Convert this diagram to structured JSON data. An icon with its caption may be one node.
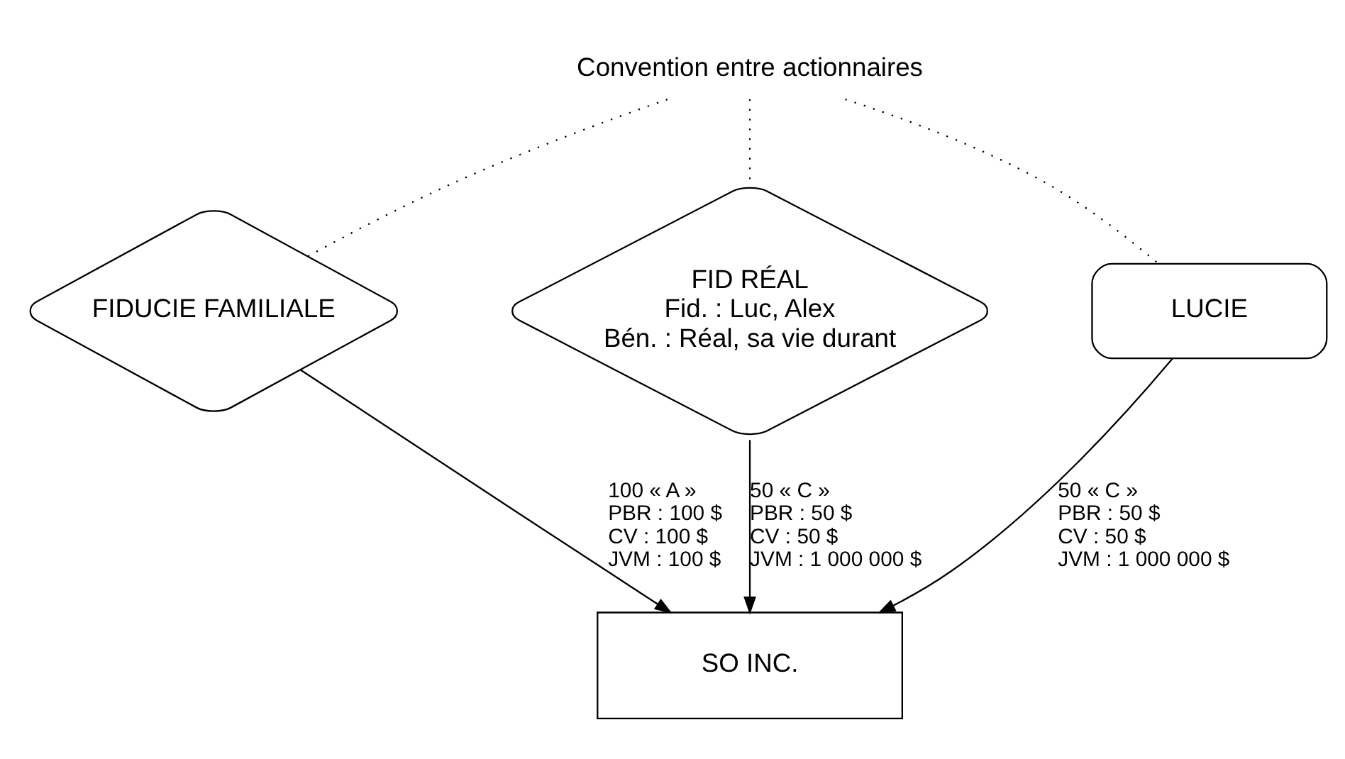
{
  "diagram": {
    "nodes": [
      {
        "text": [
          "FIDUCIE FAMILIALE"
        ]
      },
      {
        "text": [
          "FID RÉAL",
          "Fid. : Luc, Alex",
          "Bén. : Réal, sa vie durant"
        ]
      },
      {
        "text": [
          "LUCIE"
        ]
      },
      {
        "text": [
          "SO INC."
        ]
      },
      {
        "text": [
          "Convention entre actionnaires"
        ]
      }
    ],
    "edges": [
      {
        "from": 4,
        "to": 0,
        "arrow": "none",
        "style": "dashed"
      },
      {
        "from": 4,
        "to": 1,
        "arrow": "none",
        "style": "dashed"
      },
      {
        "from": 4,
        "to": 2,
        "arrow": "none",
        "style": "dashed"
      },
      {
        "from": 0,
        "to": 3,
        "arrow": "to",
        "label": "100 « A » PBR : 100 $ CV : 100 $ JVM : 100 $"
      },
      {
        "from": 1,
        "to": 3,
        "arrow": "to",
        "label": "50 « C » PBR : 50 $ CV : 50 $ JVM : 1 000 000 $"
      },
      {
        "from": 2,
        "to": 3,
        "arrow": "to",
        "label": "50 « C » PBR : 50 $ CV : 50 $ JVM : 1 000 000 $"
      }
    ]
  }
}
